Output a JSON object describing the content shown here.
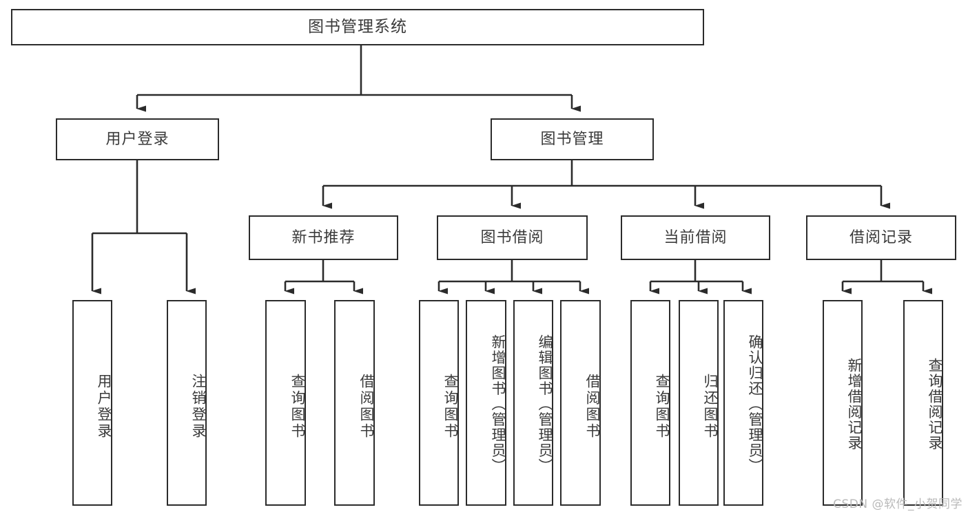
{
  "diagram": {
    "title": "图书管理系统",
    "type": "tree-hierarchy-diagram",
    "watermark": "CSDN @软件_小贺同学",
    "colors": {
      "background": "#ffffff",
      "box_border": "#2b2b2b",
      "box_fill": "#ffffff",
      "text": "#3a3a3a",
      "edge": "#2b2b2b",
      "watermark": "#b9b9b9"
    },
    "root": {
      "label": "图书管理系统"
    },
    "level2": [
      {
        "label": "用户登录"
      },
      {
        "label": "图书管理"
      }
    ],
    "level3": [
      {
        "label": "新书推荐"
      },
      {
        "label": "图书借阅"
      },
      {
        "label": "当前借阅"
      },
      {
        "label": "借阅记录"
      }
    ],
    "leaves": {
      "user_login": [
        {
          "label": "用户登录"
        },
        {
          "label": "注销登录"
        }
      ],
      "new_book_recommend": [
        {
          "label": "查询图书"
        },
        {
          "label": "借阅图书"
        }
      ],
      "book_borrow": [
        {
          "label": "查询图书"
        },
        {
          "label": "新增图书（管理员）"
        },
        {
          "label": "编辑图书（管理员）"
        },
        {
          "label": "借阅图书"
        }
      ],
      "current_borrow": [
        {
          "label": "查询图书"
        },
        {
          "label": "归还图书"
        },
        {
          "label": "确认归还（管理员）"
        }
      ],
      "borrow_records": [
        {
          "label": "新增借阅记录"
        },
        {
          "label": "查询借阅记录"
        }
      ]
    }
  }
}
